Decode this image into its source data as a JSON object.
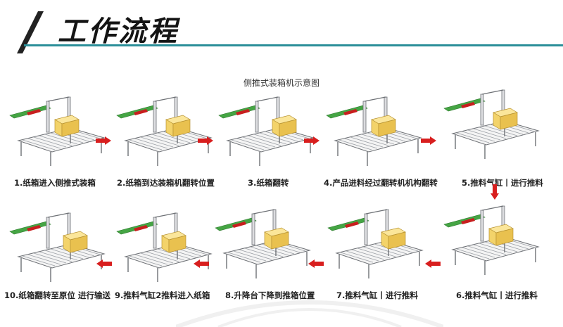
{
  "title": "工作流程",
  "subtitle": "侧推式装箱机示意图",
  "colors": {
    "accent_line": "#2b8f99",
    "arrow": "#d81e1e",
    "box": "#f3d36a",
    "rail": "#45a544",
    "flap": "#c81e1e",
    "frame": "#6d7075"
  },
  "steps": [
    {
      "label": "1.纸箱进入侧推式装箱"
    },
    {
      "label": "2.纸箱到达装箱机翻转位置"
    },
    {
      "label": "3.纸箱翻转"
    },
    {
      "label": "4.产品进料经过翻转机机构翻转"
    },
    {
      "label": "5.推料气缸丨进行推料"
    },
    {
      "label": "6.推料气缸丨进行推料"
    },
    {
      "label": "7.推料气缸丨进行推料"
    },
    {
      "label": "8.升降台下降到推箱位置"
    },
    {
      "label": "9.推料气缸2推料进入纸箱"
    },
    {
      "label": "10.纸箱翻转至原位 进行输送"
    }
  ]
}
